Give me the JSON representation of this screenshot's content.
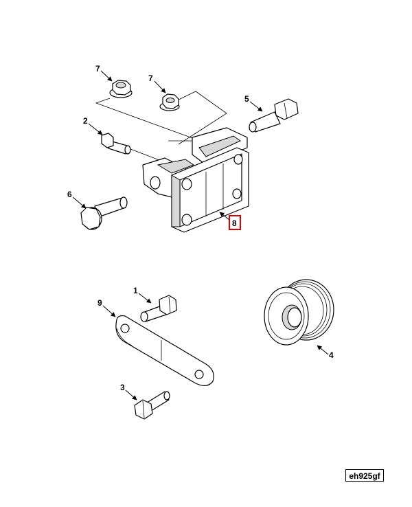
{
  "callouts": {
    "c1": "1",
    "c2": "2",
    "c3": "3",
    "c4": "4",
    "c5": "5",
    "c6": "6",
    "c7a": "7",
    "c7b": "7",
    "c8": "8",
    "c9": "9"
  },
  "highlight_callout": "8",
  "highlight_color": "#e00000",
  "reference_code": "eh925gf"
}
